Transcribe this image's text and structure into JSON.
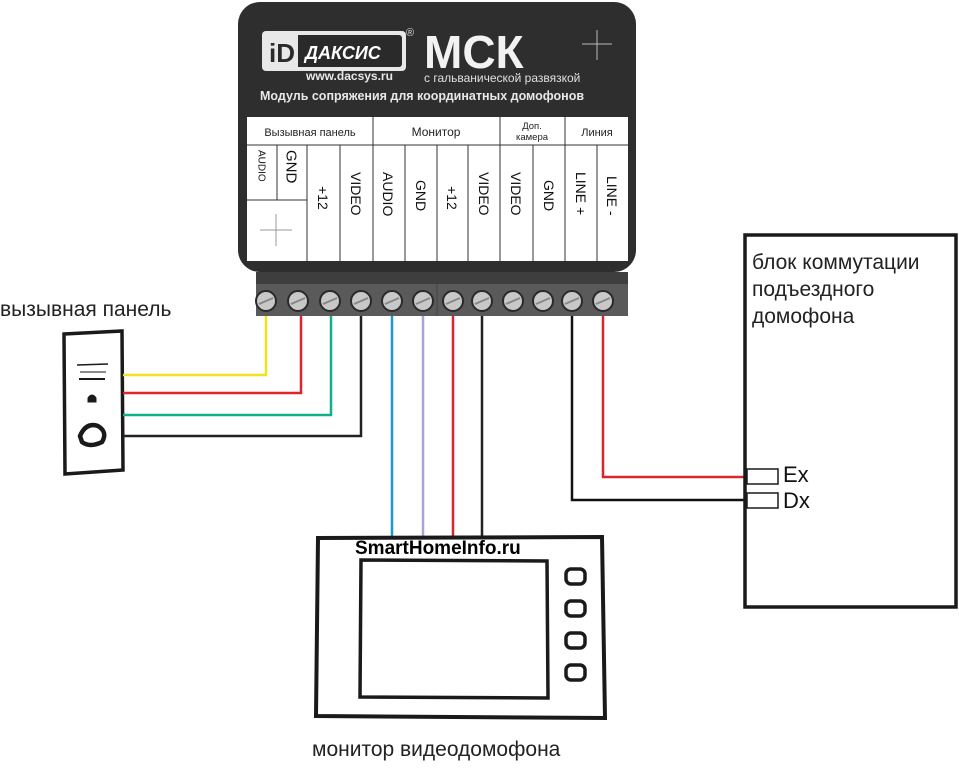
{
  "module": {
    "brand": "ДАКСИС",
    "brand_letter": "iD",
    "registered_mark": "®",
    "website": "www.dacsys.ru",
    "model": "МСК",
    "model_subtitle": "с гальванической развязкой",
    "description": "Модуль сопряжения для координатных домофонов",
    "groups": [
      {
        "label": "Вызывная панель"
      },
      {
        "label": "Монитор"
      },
      {
        "label_line1": "Доп.",
        "label_line2": "камера"
      },
      {
        "label": "Линия"
      }
    ],
    "terminals": [
      "AUDIO",
      "GND",
      "+12",
      "VIDEO",
      "AUDIO",
      "GND",
      "+12",
      "VIDEO",
      "VIDEO",
      "GND",
      "LINE +",
      "LINE -"
    ],
    "terminal_count": 12
  },
  "labels": {
    "call_panel": "вызывная панель",
    "monitor": "монитор видеодомофона",
    "switch_block": "блок коммутации\nподъездного\nдомофона",
    "ex": "Ex",
    "dx": "Dx",
    "watermark": "SmartHomeInfo.ru"
  },
  "wires": {
    "call_panel": [
      {
        "terminal": "AUDIO",
        "color": "#f2e21c"
      },
      {
        "terminal": "GND",
        "color": "#e0242c"
      },
      {
        "terminal": "+12",
        "color": "#12b08a"
      },
      {
        "terminal": "VIDEO",
        "color": "#222222"
      }
    ],
    "monitor": [
      {
        "terminal": "AUDIO",
        "color": "#1a9ac8"
      },
      {
        "terminal": "GND",
        "color": "#a9a3d6"
      },
      {
        "terminal": "+12",
        "color": "#d8262e"
      },
      {
        "terminal": "VIDEO",
        "color": "#222222"
      }
    ],
    "line": [
      {
        "terminal": "LINE +",
        "to": "Dx",
        "color": "#111111"
      },
      {
        "terminal": "LINE -",
        "to": "Ex",
        "color": "#d8262e"
      }
    ]
  },
  "colors": {
    "module_body": "#2e2e2e",
    "terminal_block": "#5a5a5a",
    "screw": "#c8c8c8"
  }
}
